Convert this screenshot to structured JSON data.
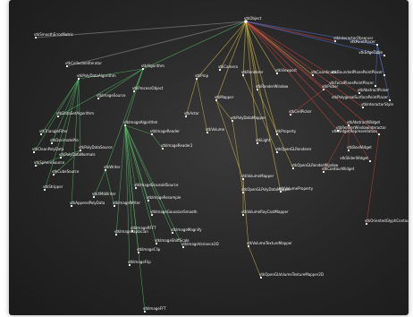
{
  "graph": {
    "root": {
      "id": "obj",
      "label": "vtkObject"
    },
    "nodes": [
      {
        "id": "obj",
        "label": "vtkObject",
        "group": "root"
      },
      {
        "id": "ssf",
        "label": "vtkSmoothErrorMetric",
        "group": "misc"
      },
      {
        "id": "ci",
        "label": "vtkCollectionIterator",
        "group": "misc"
      },
      {
        "id": "ah",
        "label": "vtkAlgorithm",
        "group": "green"
      },
      {
        "id": "pd",
        "label": "vtkPolyDataAlgorithm",
        "group": "green"
      },
      {
        "id": "pda",
        "label": "vtkProcessObject",
        "group": "green"
      },
      {
        "id": "pf",
        "label": "vtkProp",
        "group": "yellow"
      },
      {
        "id": "cam",
        "label": "vtkCamera",
        "group": "yellow"
      },
      {
        "id": "ren",
        "label": "vtkRenderer",
        "group": "yellow"
      },
      {
        "id": "vo",
        "label": "vtkViewport",
        "group": "yellow"
      },
      {
        "id": "cs",
        "label": "vtkCoordinate",
        "group": "yellow"
      },
      {
        "id": "cf",
        "label": "vtkCellPicker",
        "group": "red"
      },
      {
        "id": "cp",
        "label": "vtkPicker",
        "group": "red"
      },
      {
        "id": "ao",
        "label": "vtkAbstractPicker",
        "group": "red"
      },
      {
        "id": "ip",
        "label": "vtkInteractorObserver",
        "group": "red"
      },
      {
        "id": "pl",
        "label": "vtkPointPlacer",
        "group": "blue"
      },
      {
        "id": "eh",
        "label": "vtkEdgeTable",
        "group": "blue"
      },
      {
        "id": "ss",
        "label": "vtkImageSource",
        "group": "green"
      },
      {
        "id": "rw",
        "label": "vtkRenderWindow",
        "group": "yellow"
      },
      {
        "id": "dsa",
        "label": "vtkDataSetAlgorithm",
        "group": "green"
      },
      {
        "id": "ia",
        "label": "vtkImageAlgorithm",
        "group": "green"
      },
      {
        "id": "ipf",
        "label": "vtkPolyDataSource",
        "group": "green"
      },
      {
        "id": "ctf",
        "label": "vtkSphereSource",
        "group": "green"
      },
      {
        "id": "csf",
        "label": "vtkCubeSource",
        "group": "green"
      },
      {
        "id": "rdr",
        "label": "vtkImageReader",
        "group": "green"
      },
      {
        "id": "mpr",
        "label": "vtkImageReader2",
        "group": "green"
      },
      {
        "id": "map",
        "label": "vtkMapper",
        "group": "yellow"
      },
      {
        "id": "pdm",
        "label": "vtkPolyDataMapper",
        "group": "yellow"
      },
      {
        "id": "vm",
        "label": "vtkVolumeMapper",
        "group": "yellow"
      },
      {
        "id": "act",
        "label": "vtkActor",
        "group": "yellow"
      },
      {
        "id": "vol",
        "label": "vtkVolume",
        "group": "yellow"
      },
      {
        "id": "prp",
        "label": "vtkProperty",
        "group": "yellow"
      },
      {
        "id": "lt",
        "label": "vtkLight",
        "group": "yellow"
      },
      {
        "id": "rwi",
        "label": "vtkRenderWindowInteractor",
        "group": "red"
      },
      {
        "id": "ist",
        "label": "vtkInteractorStyle",
        "group": "red"
      },
      {
        "id": "wr",
        "label": "vtkWriter",
        "group": "green"
      },
      {
        "id": "vtw",
        "label": "vtkXMLWriter",
        "group": "green"
      },
      {
        "id": "imw",
        "label": "vtkImageWriter",
        "group": "green"
      },
      {
        "id": "isg",
        "label": "vtkImageSinusoidSource",
        "group": "green"
      },
      {
        "id": "irr",
        "label": "vtkImageResample",
        "group": "green"
      },
      {
        "id": "igf",
        "label": "vtkImageGaussianSmooth",
        "group": "green"
      },
      {
        "id": "rgl",
        "label": "vtkOpenGLRenderer",
        "group": "yellow"
      },
      {
        "id": "rwg",
        "label": "vtkOpenGLRenderWindow",
        "group": "yellow"
      },
      {
        "id": "ogm",
        "label": "vtkOpenGLPolyDataMapper",
        "group": "yellow"
      },
      {
        "id": "vrc",
        "label": "vtkVolumeRayCastMapper",
        "group": "yellow"
      },
      {
        "id": "vtm",
        "label": "vtkVolumeTextureMapper",
        "group": "yellow"
      },
      {
        "id": "ovtm",
        "label": "vtkOpenGLVolumeTextureMapper2D",
        "group": "yellow"
      },
      {
        "id": "oc",
        "label": "vtkOrientedGlyphContourRepresentation",
        "group": "red"
      },
      {
        "id": "ift",
        "label": "vtkImageFFT",
        "group": "green"
      },
      {
        "id": "isf",
        "label": "vtkImageShiftScale",
        "group": "green"
      },
      {
        "id": "icp",
        "label": "vtkImageClip",
        "group": "green"
      },
      {
        "id": "ife",
        "label": "vtkImageFlip",
        "group": "green"
      },
      {
        "id": "irf",
        "label": "vtkImageRFFT",
        "group": "green"
      },
      {
        "id": "ilp",
        "label": "vtkImageLaplacian",
        "group": "green"
      },
      {
        "id": "img",
        "label": "vtkImageMagnify",
        "group": "green"
      },
      {
        "id": "ivp",
        "label": "vtkImageVariance3D",
        "group": "green"
      },
      {
        "id": "vlp",
        "label": "vtkVolumeProperty",
        "group": "yellow"
      },
      {
        "id": "cwr",
        "label": "vtkContourWidget",
        "group": "red"
      },
      {
        "id": "bw",
        "label": "vtkBoxWidget",
        "group": "red"
      },
      {
        "id": "sw",
        "label": "vtkSliderWidget",
        "group": "red"
      },
      {
        "id": "aw",
        "label": "vtkAbstractWidget",
        "group": "red"
      },
      {
        "id": "wrp",
        "label": "vtkWidgetRepresentation",
        "group": "red"
      },
      {
        "id": "bpp",
        "label": "vtkBoundedPlanePointPlacer",
        "group": "blue"
      },
      {
        "id": "fpp",
        "label": "vtkFocalPlanePointPlacer",
        "group": "blue"
      },
      {
        "id": "ppp",
        "label": "vtkPolygonalSurfacePointPlacer",
        "group": "blue"
      },
      {
        "id": "tri",
        "label": "vtkTriangleFilter",
        "group": "green"
      },
      {
        "id": "dec",
        "label": "vtkDecimatePro",
        "group": "green"
      },
      {
        "id": "cln",
        "label": "vtkCleanPolyData",
        "group": "green"
      },
      {
        "id": "nrm",
        "label": "vtkPolyDataNormals",
        "group": "green"
      },
      {
        "id": "str",
        "label": "vtkStripper",
        "group": "green"
      },
      {
        "id": "app",
        "label": "vtkAppendPolyData",
        "group": "green"
      }
    ],
    "edges": [
      [
        "obj",
        "ah"
      ],
      [
        "obj",
        "pf"
      ],
      [
        "obj",
        "cam"
      ],
      [
        "obj",
        "ren"
      ],
      [
        "obj",
        "vo"
      ],
      [
        "obj",
        "cs"
      ],
      [
        "obj",
        "cp"
      ],
      [
        "obj",
        "ao"
      ],
      [
        "obj",
        "ip"
      ],
      [
        "obj",
        "pl"
      ],
      [
        "obj",
        "eh"
      ],
      [
        "obj",
        "rw"
      ],
      [
        "obj",
        "map"
      ],
      [
        "obj",
        "prp"
      ],
      [
        "obj",
        "lt"
      ],
      [
        "obj",
        "rwi"
      ],
      [
        "obj",
        "vlp"
      ],
      [
        "obj",
        "aw"
      ],
      [
        "obj",
        "wrp"
      ],
      [
        "obj",
        "ssf"
      ],
      [
        "obj",
        "ci"
      ],
      [
        "obj",
        "ist"
      ],
      [
        "ah",
        "pd"
      ],
      [
        "ah",
        "pda"
      ],
      [
        "ah",
        "dsa"
      ],
      [
        "ah",
        "ia"
      ],
      [
        "ah",
        "wr"
      ],
      [
        "ah",
        "ss"
      ],
      [
        "pd",
        "ipf"
      ],
      [
        "pd",
        "tri"
      ],
      [
        "pd",
        "dec"
      ],
      [
        "pd",
        "cln"
      ],
      [
        "pd",
        "nrm"
      ],
      [
        "pd",
        "str"
      ],
      [
        "pd",
        "app"
      ],
      [
        "ipf",
        "ctf"
      ],
      [
        "ipf",
        "csf"
      ],
      [
        "ia",
        "rdr"
      ],
      [
        "ia",
        "isg"
      ],
      [
        "ia",
        "irr"
      ],
      [
        "ia",
        "igf"
      ],
      [
        "ia",
        "ift"
      ],
      [
        "ia",
        "isf"
      ],
      [
        "ia",
        "icp"
      ],
      [
        "ia",
        "ife"
      ],
      [
        "ia",
        "irf"
      ],
      [
        "ia",
        "ilp"
      ],
      [
        "ia",
        "img"
      ],
      [
        "ia",
        "ivp"
      ],
      [
        "rdr",
        "mpr"
      ],
      [
        "wr",
        "vtw"
      ],
      [
        "wr",
        "imw"
      ],
      [
        "pf",
        "act"
      ],
      [
        "pf",
        "vol"
      ],
      [
        "ren",
        "rgl"
      ],
      [
        "rw",
        "rwg"
      ],
      [
        "map",
        "pdm"
      ],
      [
        "map",
        "vm"
      ],
      [
        "pdm",
        "ogm"
      ],
      [
        "vm",
        "vrc"
      ],
      [
        "vm",
        "vtm"
      ],
      [
        "vtm",
        "ovtm"
      ],
      [
        "cp",
        "cf"
      ],
      [
        "aw",
        "cwr"
      ],
      [
        "aw",
        "bw"
      ],
      [
        "aw",
        "sw"
      ],
      [
        "wrp",
        "oc"
      ],
      [
        "pl",
        "bpp"
      ],
      [
        "pl",
        "fpp"
      ],
      [
        "pl",
        "ppp"
      ]
    ],
    "group_colors": {
      "root": "#e8e0a0",
      "green": "#57c46a",
      "yellow": "#e0c64a",
      "red": "#d6453d",
      "blue": "#5a78e0",
      "misc": "#9a9a9a"
    }
  }
}
